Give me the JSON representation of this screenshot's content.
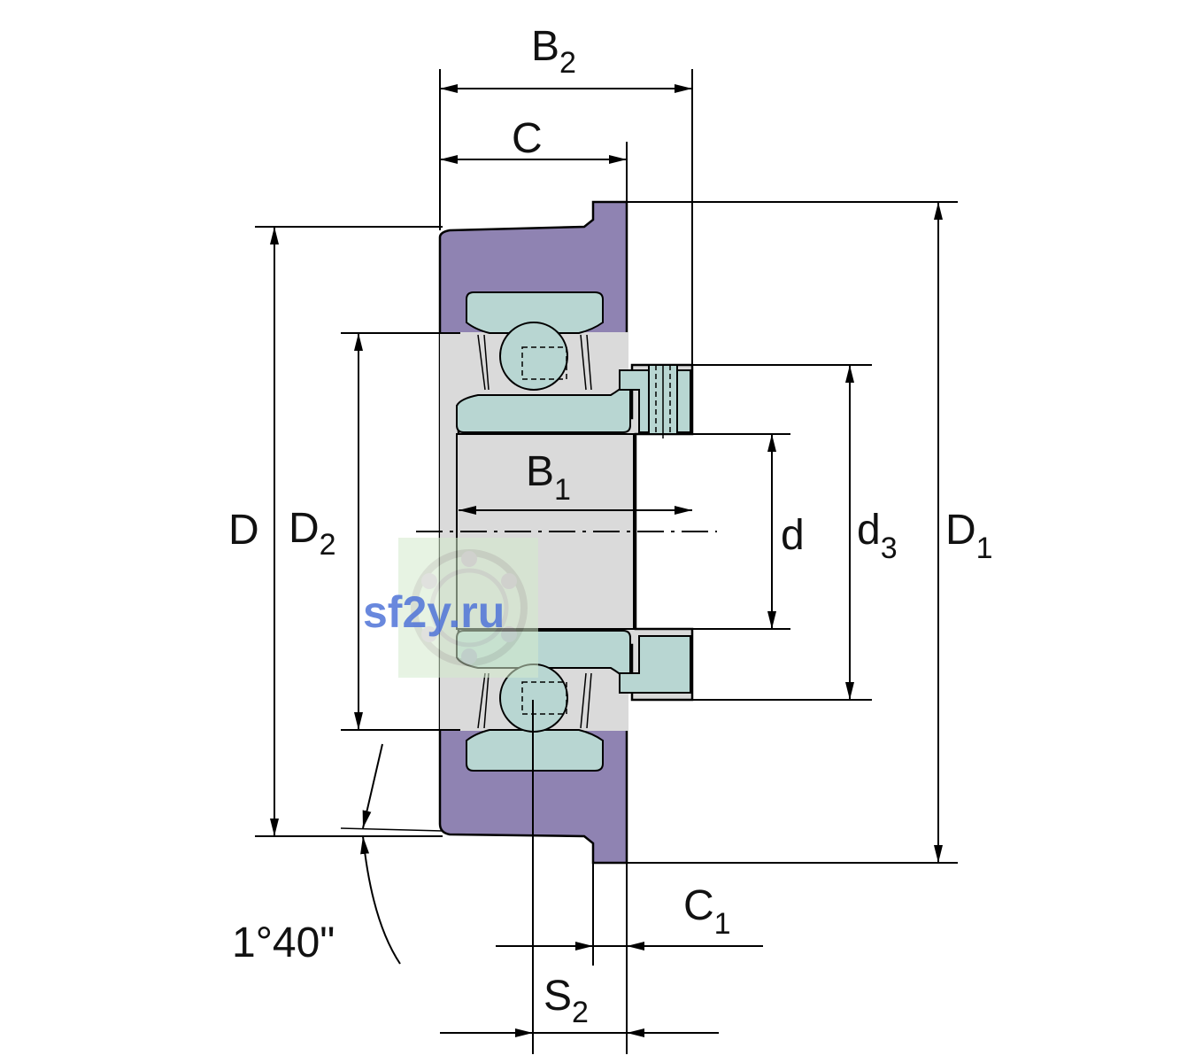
{
  "labels": {
    "B2": {
      "main": "B",
      "sub": "2"
    },
    "C": {
      "main": "C"
    },
    "B1": {
      "main": "B",
      "sub": "1"
    },
    "D": {
      "main": "D"
    },
    "D2": {
      "main": "D",
      "sub": "2"
    },
    "d": {
      "main": "d"
    },
    "d3": {
      "main": "d",
      "sub": "3"
    },
    "D1": {
      "main": "D",
      "sub": "1"
    },
    "C1": {
      "main": "C",
      "sub": "1"
    },
    "S2": {
      "main": "S",
      "sub": "2"
    },
    "angle": "1°40\""
  },
  "watermark": "sf2y.ru",
  "colors": {
    "housing": "#8f83b2",
    "ring": "#b8d6d2",
    "bore": "#dadada",
    "watermark": "#4f74d8"
  }
}
